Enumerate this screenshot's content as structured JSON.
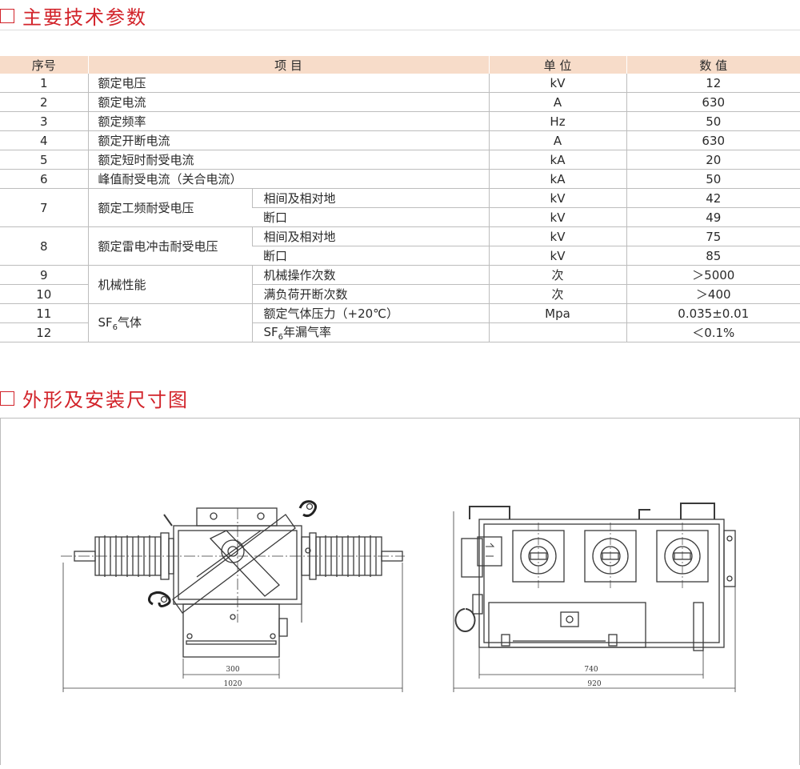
{
  "section1": {
    "title": "主要技术参数"
  },
  "section2": {
    "title": "外形及安装尺寸图"
  },
  "table": {
    "headers": [
      "序号",
      "项 目",
      "单 位",
      "数 值"
    ],
    "rows": [
      {
        "no": "1",
        "item": "额定电压",
        "unit": "kV",
        "value": "12"
      },
      {
        "no": "2",
        "item": "额定电流",
        "unit": "A",
        "value": "630"
      },
      {
        "no": "3",
        "item": "额定频率",
        "unit": "Hz",
        "value": "50"
      },
      {
        "no": "4",
        "item": "额定开断电流",
        "unit": "A",
        "value": "630"
      },
      {
        "no": "5",
        "item": "额定短时耐受电流",
        "unit": "kA",
        "value": "20"
      },
      {
        "no": "6",
        "item": "峰值耐受电流（关合电流）",
        "unit": "kA",
        "value": "50"
      },
      {
        "no": "7",
        "item": "额定工频耐受电压",
        "sub1": "相间及相对地",
        "unit1": "kV",
        "value1": "42",
        "sub2": "断口",
        "unit2": "kV",
        "value2": "49"
      },
      {
        "no": "8",
        "item": "额定雷电冲击耐受电压",
        "sub1": "相间及相对地",
        "unit1": "kV",
        "value1": "75",
        "sub2": "断口",
        "unit2": "kV",
        "value2": "85"
      },
      {
        "item": "机械性能",
        "no1": "9",
        "sub1": "机械操作次数",
        "unit1": "次",
        "value1": "＞5000",
        "no2": "10",
        "sub2": "满负荷开断次数",
        "unit2": "次",
        "value2": "＞400"
      },
      {
        "item_prefix": "SF",
        "item_sub": "6",
        "item_suffix": "气体",
        "no1": "11",
        "sub1": "额定气体压力（+20℃）",
        "unit1": "Mpa",
        "value1": "0.035±0.01",
        "no2": "12",
        "sub2_prefix": "SF",
        "sub2_sub": "6",
        "sub2_suffix": "年漏气率",
        "unit2": "",
        "value2": "＜0.1%"
      }
    ]
  },
  "drawing": {
    "left_dims": {
      "inner": "300",
      "outer": "1020"
    },
    "right_dims": {
      "inner": "740",
      "outer": "920"
    }
  }
}
